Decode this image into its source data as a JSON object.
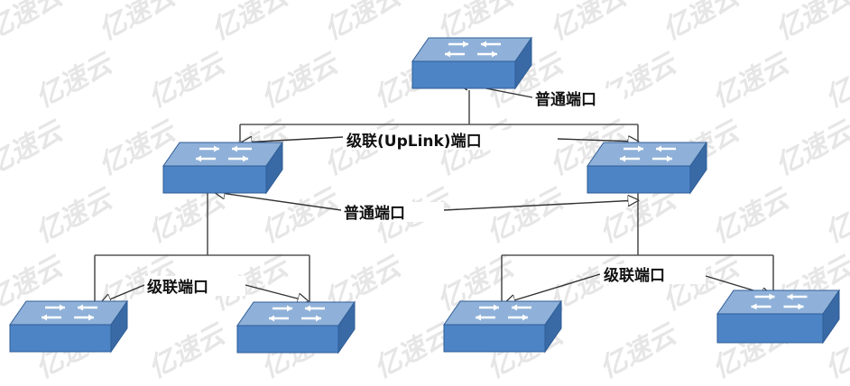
{
  "diagram": {
    "labels": {
      "top_normal_port": "普通端口",
      "uplink_port": "级联(UpLink)端口",
      "middle_normal_port": "普通端口",
      "left_cascade_port": "级联端口",
      "right_cascade_port": "级联端口"
    },
    "colors": {
      "switch_top": "#8fb1d9",
      "switch_front": "#4d84c6",
      "switch_side": "#3a6aa6",
      "line": "#555555",
      "label": "#111111"
    }
  },
  "watermark": {
    "text": "亿速云"
  }
}
